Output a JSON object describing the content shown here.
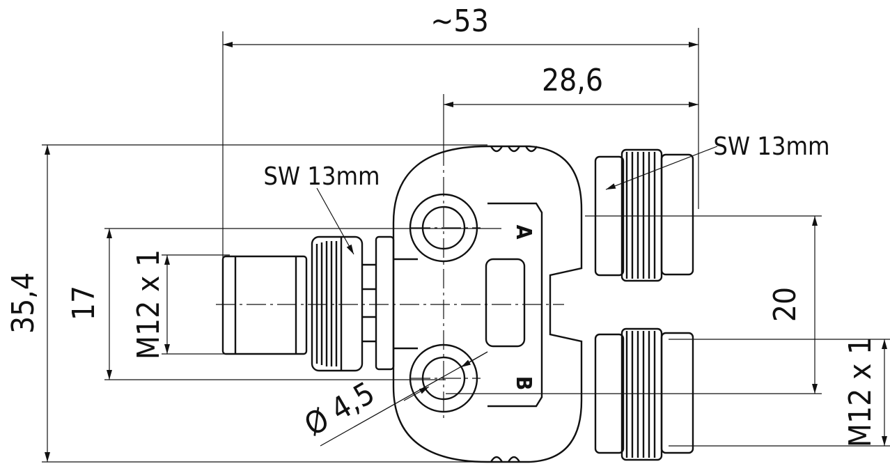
{
  "drawing": {
    "dimensions": {
      "overall_length": "∼53",
      "outlet_offset": "28,6",
      "overall_height": "35,4",
      "left_nut_height": "17",
      "left_thread": "M12 x 1",
      "outlet_spacing": "20",
      "right_thread": "M12 x 1",
      "hole_diameter": "Ø 4,5"
    },
    "callouts": {
      "left_wrench_size": "SW 13mm",
      "right_wrench_size": "SW 13mm"
    },
    "port_labels": {
      "a": "A",
      "b": "B"
    }
  }
}
